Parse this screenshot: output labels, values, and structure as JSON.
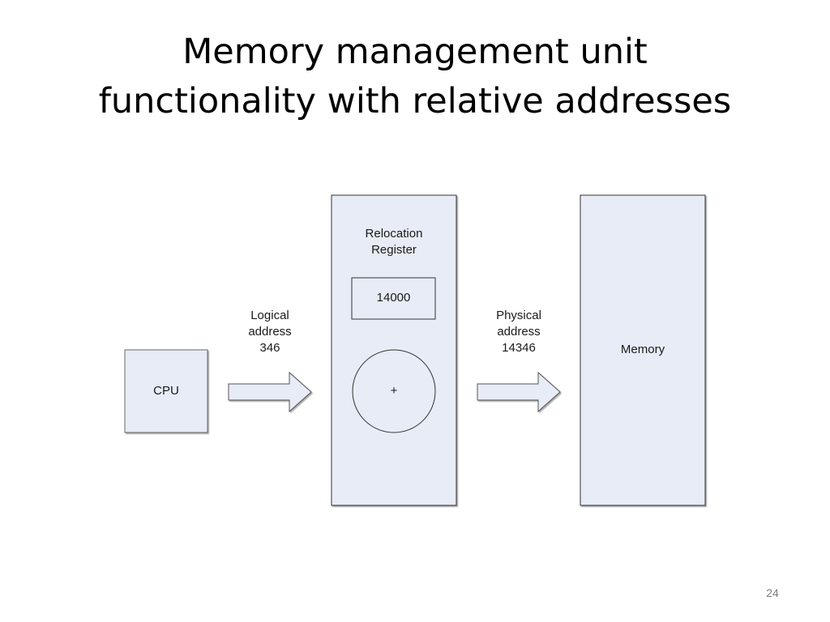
{
  "slide": {
    "title_line1": "Memory management unit",
    "title_line2": "functionality with relative addresses",
    "page_number": "24"
  },
  "diagram": {
    "fill_color": "#e7ecf6",
    "stroke_color": "#333333",
    "cpu_label": "CPU",
    "logical_arrow": {
      "line1": "Logical",
      "line2": "address",
      "line3": "346"
    },
    "relocation_register": {
      "line1": "Relocation",
      "line2": "Register",
      "value": "14000"
    },
    "adder_symbol": "+",
    "physical_arrow": {
      "line1": "Physical",
      "line2": "address",
      "line3": "14346"
    },
    "memory_label": "Memory"
  }
}
